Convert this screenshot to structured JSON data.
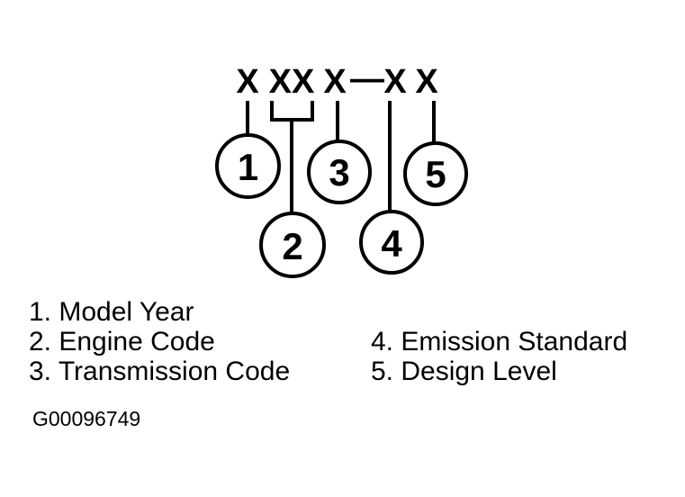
{
  "diagram": {
    "code": "X XX X—X X",
    "code_segments": [
      "X",
      "XX",
      "X",
      "—",
      "X",
      "X"
    ],
    "callouts": [
      "1",
      "2",
      "3",
      "4",
      "5"
    ]
  },
  "legend": {
    "left": [
      "1. Model Year",
      "2. Engine Code",
      "3. Transmission Code"
    ],
    "right": [
      "4. Emission Standard",
      "5. Design Level"
    ]
  },
  "figure_id": "G00096749",
  "colors": {
    "ink": "#000000",
    "background": "#ffffff"
  }
}
